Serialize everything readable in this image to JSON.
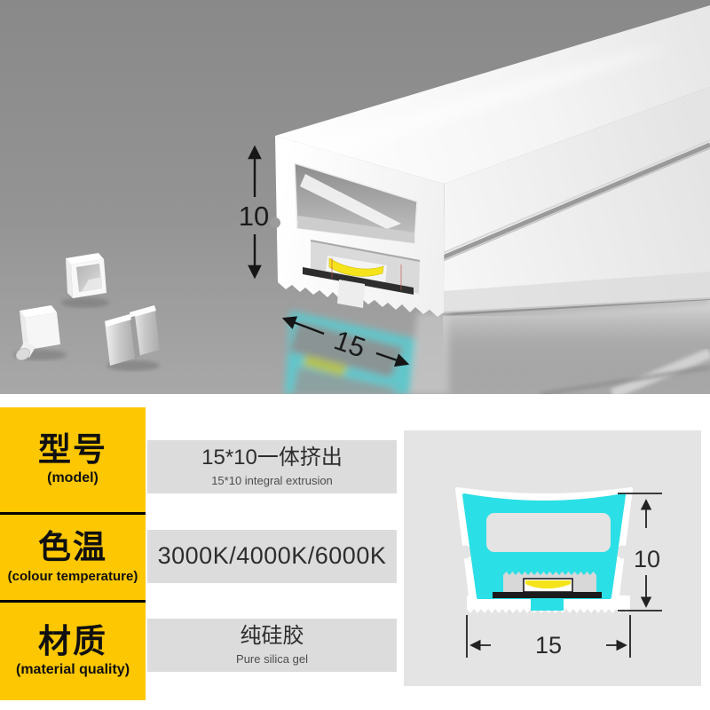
{
  "photo": {
    "description": "3d-render-of-white-silicone-led-neon-tube-with-accessories",
    "height_dim": "10",
    "width_dim": "15"
  },
  "spec_table": {
    "rows": [
      {
        "label": "型号",
        "label_en": "(model)",
        "value": "15*10一体挤出",
        "value_en": "15*10 integral extrusion"
      },
      {
        "label": "色温",
        "label_en": "(colour temperature)",
        "value": "3000K/4000K/6000K"
      },
      {
        "label": "材质",
        "label_en": "(material quality)",
        "value": "纯硅胶",
        "value_en": "Pure silica gel"
      }
    ]
  },
  "cross_section": {
    "height_dim": "10",
    "width_dim": "15"
  },
  "colors": {
    "label_yellow": "#FDC701",
    "value_gray": "#DCDCDC",
    "panel_gray": "#E4E4E4",
    "profile_cyan": "#2BDFE6",
    "led_yellow": "#F5E41C",
    "pcb_black": "#1B1B1B",
    "photo_bg_top": "#8A8A8A",
    "photo_bg_bottom": "#A6A6A6"
  }
}
